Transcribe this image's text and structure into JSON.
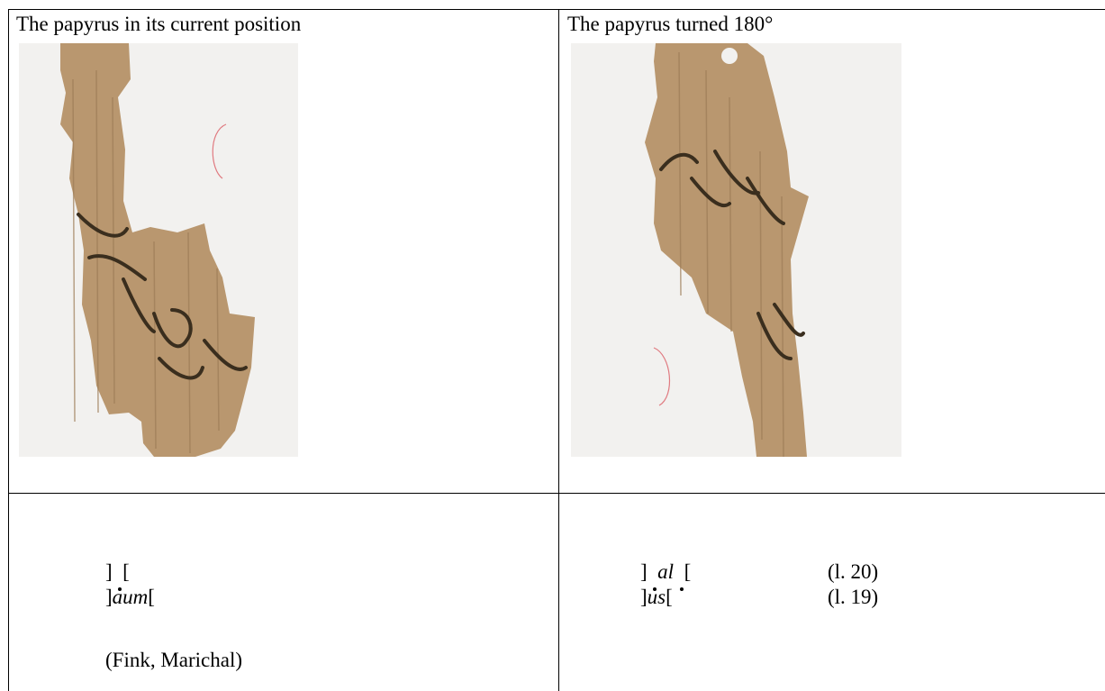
{
  "table": {
    "headers": {
      "left": "The papyrus in its current position",
      "right": "The papyrus turned 180°"
    },
    "left_transcription": {
      "line1": {
        "open": "]",
        "close": "["
      },
      "line2": {
        "open": "]",
        "text": "aum",
        "close": "["
      },
      "citation": "(Fink, Marichal)"
    },
    "right_transcription": {
      "line1": {
        "open": "]",
        "text": "al",
        "close": "[",
        "ref": "(l. 20)"
      },
      "line2": {
        "open": "]",
        "text": "us",
        "close": "[",
        "ref": "(l. 19)"
      }
    }
  },
  "colors": {
    "papyrus": "#b9976f",
    "papyrus_dark": "#9c7c57",
    "ink": "#3a2e1e",
    "photo_bg": "#f2f1ef",
    "red_thread": "#e07a80"
  }
}
